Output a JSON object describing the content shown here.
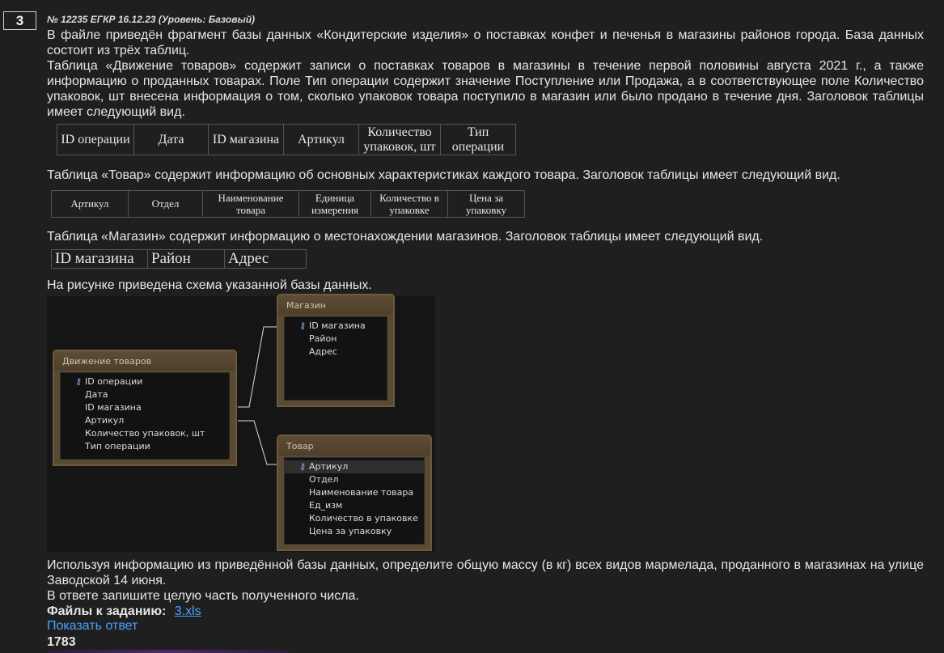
{
  "task": {
    "number": "3",
    "meta": "№ 12235 ЕГКР 16.12.23 (Уровень: Базовый)"
  },
  "paragraphs": {
    "p1": "В файле приведён фрагмент базы данных «Кондитерские изделия» о поставках конфет и печенья в магазины районов города. База данных состоит из трёх таблиц.",
    "p2": "Таблица «Движение товаров» содержит записи о поставках товаров в магазины в течение первой половины августа 2021 г., а также информацию о проданных товарах. Поле Тип операции содержит значение Поступление или Продажа, а в соответствующее поле Количество упаковок, шт внесена информация о том, сколько упаковок товара поступило в магазин или было продано в течение дня. Заголовок таблицы имеет следующий вид.",
    "p3": "Таблица «Товар» содержит информацию об основных характеристиках каждого товара. Заголовок таблицы имеет следующий вид.",
    "p4": "Таблица «Магазин» содержит информацию о местонахождении магазинов. Заголовок таблицы имеет следующий вид.",
    "p5": "На рисунке приведена схема указанной базы данных.",
    "p6": "Используя информацию из приведённой базы данных, определите общую массу (в кг) всех видов мармелада, проданного в магазинах на улице Заводской 14 июня.",
    "p7": "В ответе запишите целую часть полученного числа."
  },
  "header_movement": [
    "ID операции",
    "Дата",
    "ID магазина",
    "Артикул",
    "Количество упаковок, шт",
    "Тип операции"
  ],
  "header_product": [
    "Артикул",
    "Отдел",
    "Наименование товара",
    "Единица измерения",
    "Количество в упаковке",
    "Цена за упаковку"
  ],
  "header_shop": [
    "ID магазина",
    "Район",
    "Адрес"
  ],
  "schema": {
    "movement": {
      "title": "Движение товаров",
      "fields": [
        "ID операции",
        "Дата",
        "ID магазина",
        "Артикул",
        "Количество упаковок, шт",
        "Тип операции"
      ]
    },
    "shop": {
      "title": "Магазин",
      "fields": [
        "ID магазина",
        "Район",
        "Адрес"
      ]
    },
    "product": {
      "title": "Товар",
      "fields": [
        "Артикул",
        "Отдел",
        "Наименование товара",
        "Ед_изм",
        "Количество в упаковке",
        "Цена за упаковку"
      ]
    },
    "key_icon": "key-icon"
  },
  "files_label": "Файлы к заданию:",
  "file_link": "3.xls",
  "show_answer": "Показать ответ",
  "answer": "1783",
  "colors": {
    "background": "#1f1f1f",
    "link": "#4aa3ff",
    "table_frame": "#5a4a33"
  }
}
